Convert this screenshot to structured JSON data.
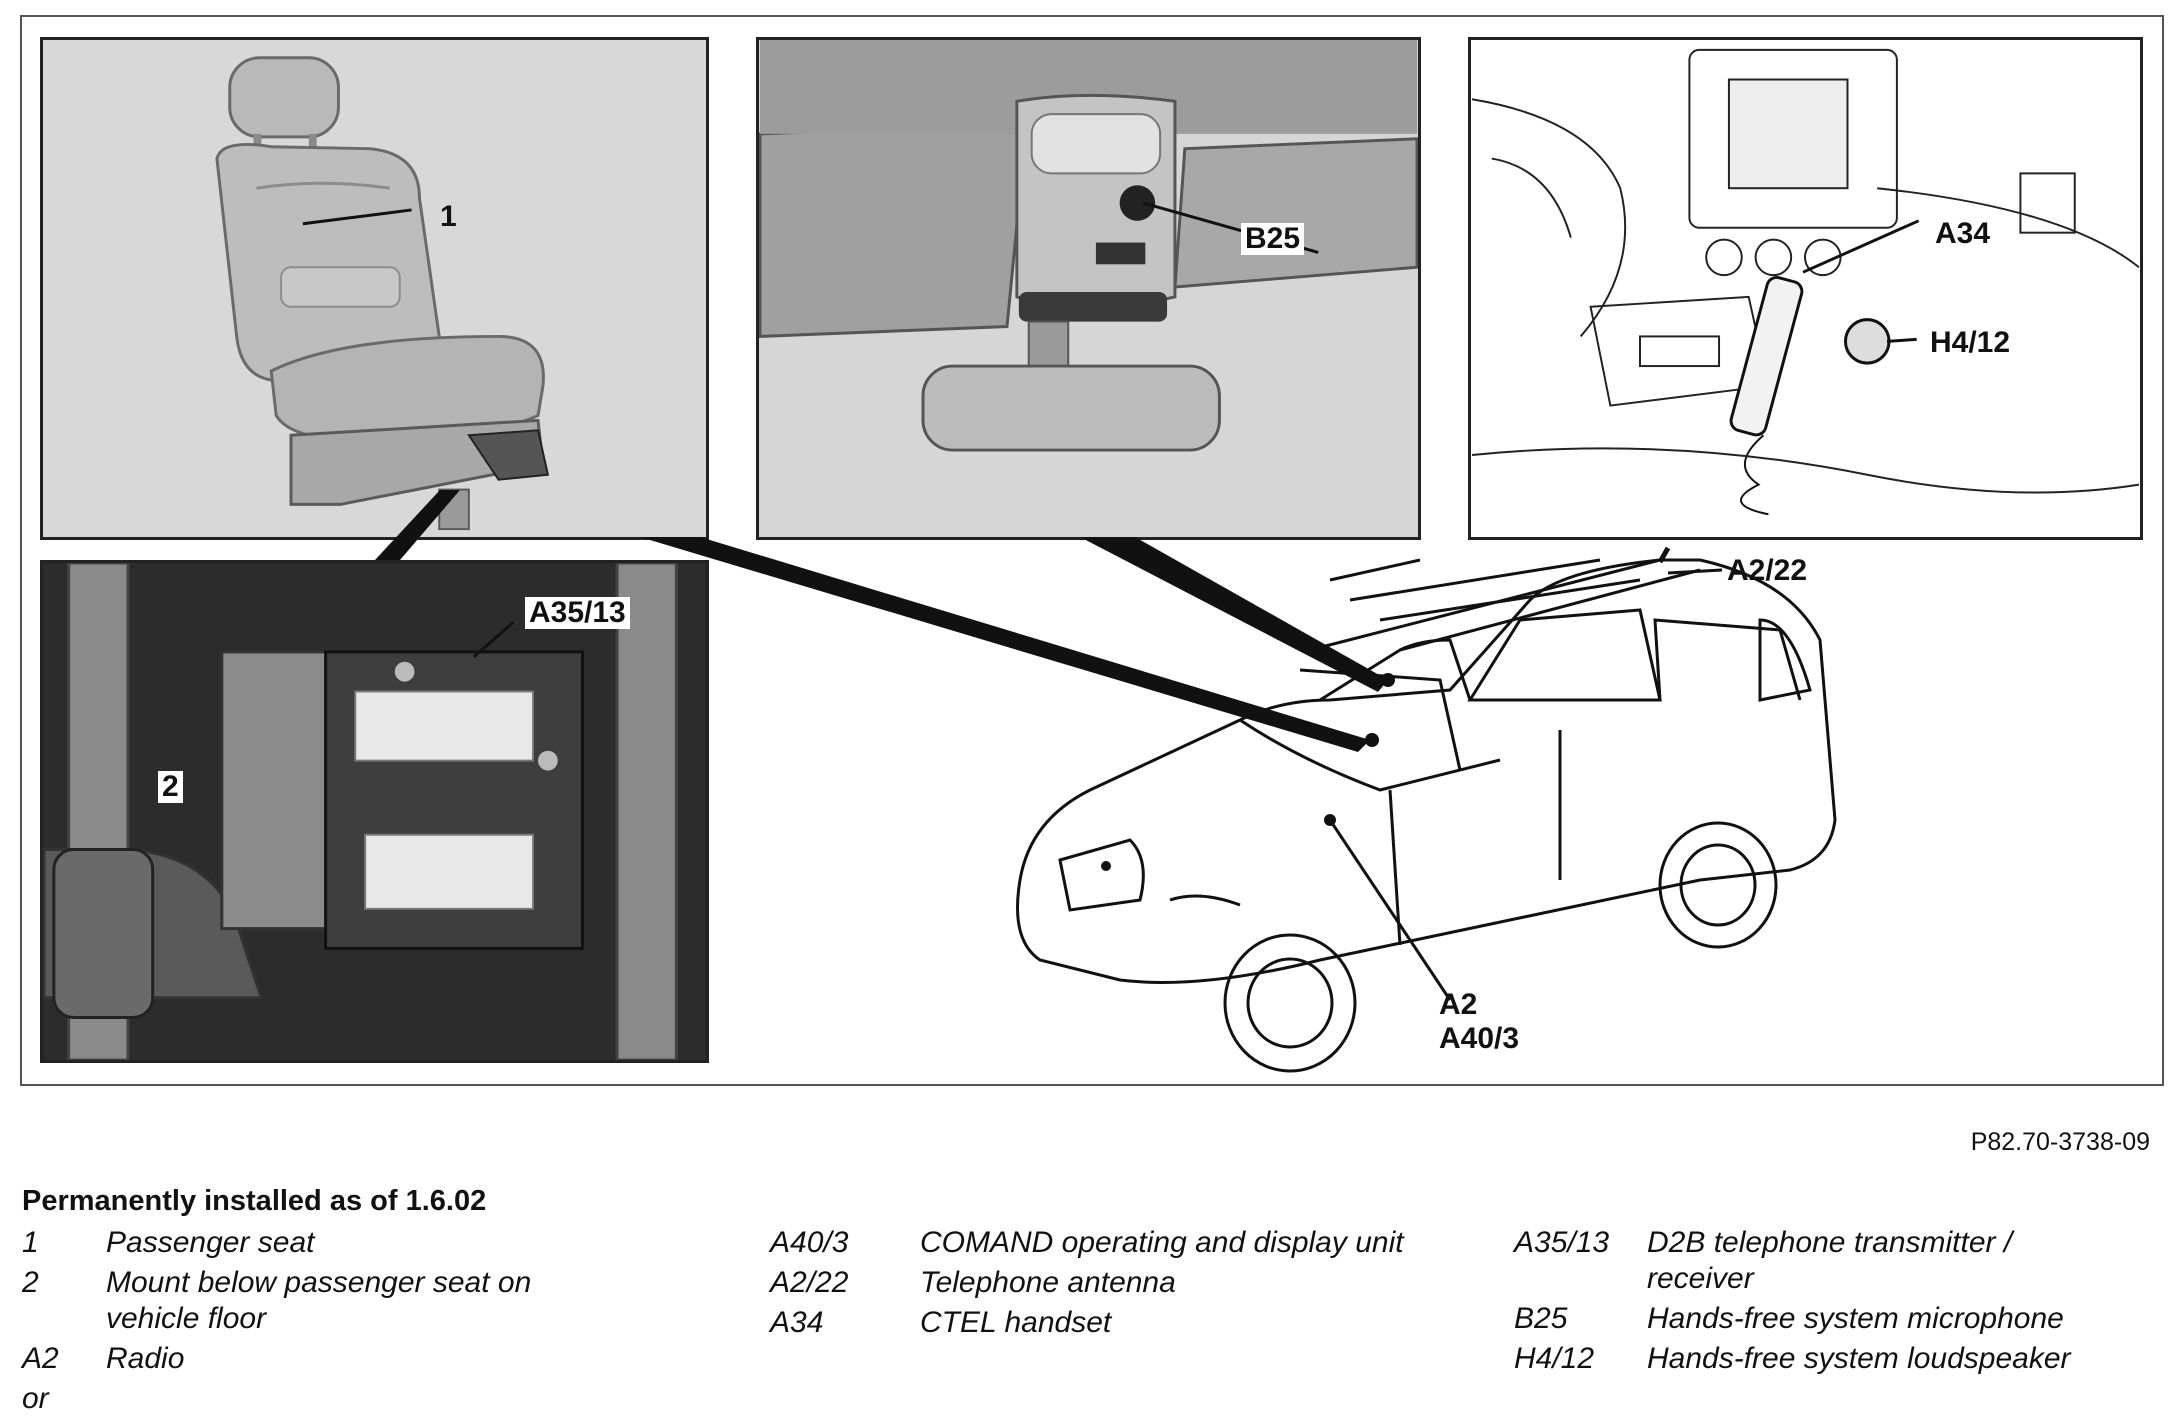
{
  "figure": {
    "reference": "P82.70-3738-09",
    "callouts": {
      "seat": "1",
      "mount": "2",
      "telephone_unit": "A35/13",
      "microphone": "B25",
      "handset": "A34",
      "loudspeaker": "H4/12",
      "antenna": "A2/22",
      "radio": "A2",
      "comand": "A40/3"
    }
  },
  "legend": {
    "title": "Permanently installed as of 1.6.02",
    "columns": [
      [
        {
          "code": "1",
          "desc": "Passenger seat"
        },
        {
          "code": "2",
          "desc": "Mount below passenger seat on vehicle floor"
        },
        {
          "code": "A2",
          "desc": "Radio"
        },
        {
          "code": "or",
          "desc": ""
        }
      ],
      [
        {
          "code": "A40/3",
          "desc": "COMAND operating and display unit"
        },
        {
          "code": "A2/22",
          "desc": "Telephone antenna"
        },
        {
          "code": "A34",
          "desc": "CTEL handset"
        }
      ],
      [
        {
          "code": "A35/13",
          "desc": "D2B telephone transmitter / receiver"
        },
        {
          "code": "B25",
          "desc": "Hands-free system microphone"
        },
        {
          "code": "H4/12",
          "desc": "Hands-free system loudspeaker"
        }
      ]
    ]
  }
}
